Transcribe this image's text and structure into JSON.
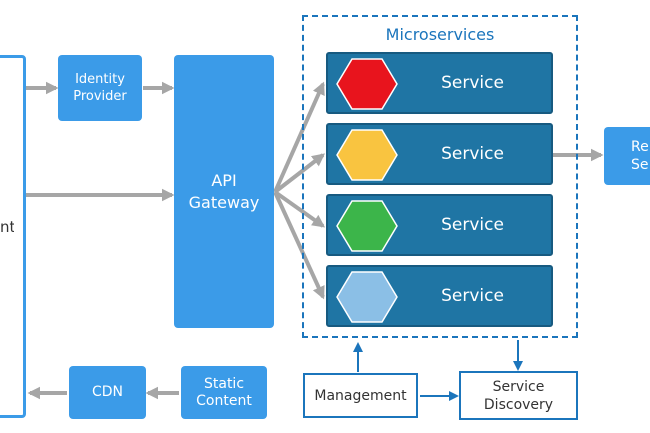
{
  "client": {
    "label": "nt"
  },
  "identity_provider": {
    "line1": "Identity",
    "line2": "Provider"
  },
  "api_gateway": {
    "line1": "API",
    "line2": "Gateway"
  },
  "cdn": {
    "label": "CDN"
  },
  "static_content": {
    "line1": "Static",
    "line2": "Content"
  },
  "microservices": {
    "title": "Microservices",
    "services": [
      {
        "label": "Service",
        "color": "#e8141d"
      },
      {
        "label": "Service",
        "color": "#f9c440"
      },
      {
        "label": "Service",
        "color": "#3cb54a"
      },
      {
        "label": "Service",
        "color": "#8bbfe6"
      }
    ]
  },
  "management": {
    "label": "Management"
  },
  "service_discovery": {
    "line1": "Service",
    "line2": "Discovery"
  },
  "remote_service": {
    "line1": "Re",
    "line2": "Se"
  },
  "colors": {
    "accent_blue": "#3b9be8",
    "service_blue": "#1f75a4",
    "frame_blue": "#1b75bc",
    "arrow_gray": "#a6a6a6"
  }
}
